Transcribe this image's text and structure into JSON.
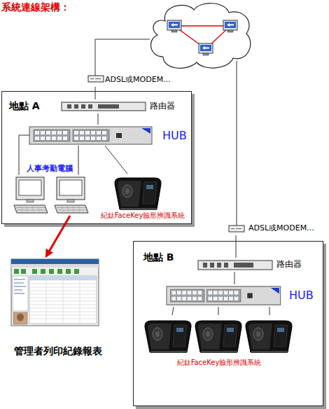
{
  "diagram": {
    "title": "系統連線架構：",
    "nodes": [
      {
        "text": [
          "ADSL或MODEM..."
        ]
      },
      {
        "text": [
          "地點 A"
        ]
      },
      {
        "text": [
          "路由器"
        ],
        "in": 1
      },
      {
        "text": [
          "HUB"
        ],
        "in": 1
      },
      {
        "text": [
          "人事考勤電腦"
        ],
        "in": 1
      },
      {
        "text": [
          "紀鈦FaceKey臉形辨識系統"
        ],
        "in": 1
      },
      {
        "text": [
          "管理者列印紀錄報表"
        ]
      },
      {
        "text": [
          "ADSL或MODEM..."
        ]
      },
      {
        "text": [
          "地點 B"
        ]
      },
      {
        "text": [
          "路由器"
        ],
        "in": 8
      },
      {
        "text": [
          "HUB"
        ],
        "in": 8
      },
      {
        "text": [
          "紀鈦FaceKey臉形辨識系統"
        ],
        "in": 8
      }
    ],
    "edges": [
      {
        "from": 0,
        "to": 2,
        "arrow": "none"
      },
      {
        "from": 2,
        "to": 3,
        "arrow": "none"
      },
      {
        "from": 3,
        "to": 4,
        "arrow": "none"
      },
      {
        "from": 3,
        "to": 4,
        "arrow": "none"
      },
      {
        "from": 3,
        "to": 5,
        "arrow": "none"
      },
      {
        "from": 4,
        "to": 6,
        "arrow": "to"
      },
      {
        "from": 7,
        "to": 9,
        "arrow": "none"
      },
      {
        "from": 9,
        "to": 10,
        "arrow": "none"
      },
      {
        "from": 10,
        "to": 11,
        "arrow": "none"
      },
      {
        "from": 10,
        "to": 11,
        "arrow": "none"
      },
      {
        "from": 10,
        "to": 11,
        "arrow": "none"
      }
    ]
  }
}
